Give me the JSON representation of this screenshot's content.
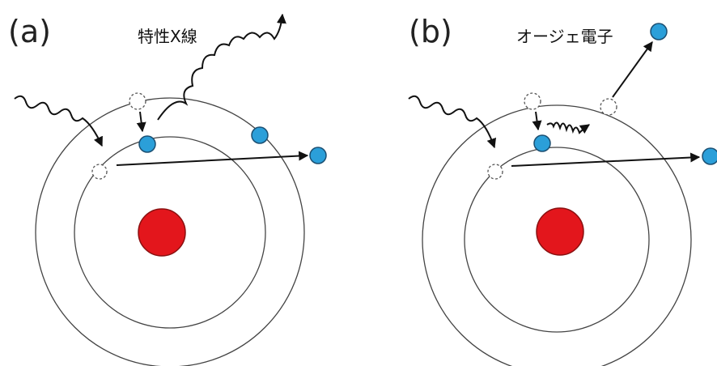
{
  "panels": [
    {
      "label": "(a)",
      "caption": "特性X線"
    },
    {
      "label": "(b)",
      "caption": "オージェ電子"
    }
  ],
  "colors": {
    "nucleus": "#e3161c",
    "electron": "#2b9fd9",
    "shell": "#444444",
    "background": "#ffffff"
  },
  "icons": {
    "incoming_photon": "wavy-arrow-icon",
    "emitted_xray": "wavy-arrow-icon",
    "electron": "circle-icon",
    "vacancy": "dashed-circle-icon"
  }
}
